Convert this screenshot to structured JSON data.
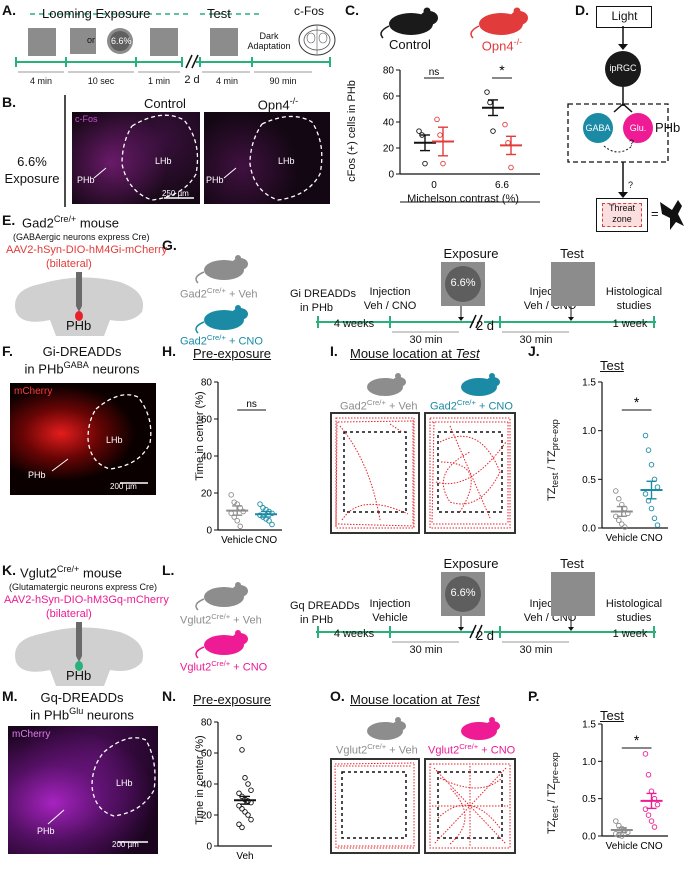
{
  "panels": {
    "A": "A.",
    "B": "B.",
    "C": "C.",
    "D": "D.",
    "E": "E.",
    "F": "F.",
    "G": "G.",
    "H": "H.",
    "I": "I.",
    "J": "J.",
    "K": "K.",
    "L": "L.",
    "M": "M.",
    "N": "N.",
    "O": "O.",
    "P": "P."
  },
  "panelA": {
    "looming": "Looming Exposure",
    "test": "Test",
    "cfos": "c-Fos",
    "dark_adaptation": "Dark Adaptation",
    "or": "or",
    "contrast": "6.6%",
    "durations": [
      "4 min",
      "10 sec",
      "1 min",
      "2 d",
      "4 min",
      "90 min"
    ]
  },
  "panelB": {
    "control": "Control",
    "opn4": "Opn4",
    "opn4_sup": "-/-",
    "exposure_pct": "6.6%",
    "exposure": "Exposure",
    "cfos_label": "c-Fos",
    "phb": "PHb",
    "lhb": "LHb",
    "scale": "250 µm"
  },
  "panelC": {
    "control": "Control",
    "opn4": "Opn4",
    "opn4_sup": "-/-",
    "ylabel": "cFos (+) cells in PHb",
    "xlabel": "Michelson contrast (%)",
    "sig": [
      "ns",
      "*"
    ]
  },
  "panelD": {
    "light": "Light",
    "iprgc": "ipRGC",
    "gaba": "GABA",
    "glu": "Glu.",
    "phb": "PHb",
    "q1": "?",
    "q2": "?",
    "threat_zone_1": "Threat",
    "threat_zone_2": "zone",
    "equals": "="
  },
  "panelE": {
    "title": "Gad2",
    "title_sup": "Cre/+",
    "title_tail": " mouse",
    "subtitle": "(GABAergic neurons express Cre)",
    "virus": "AAV2-hSyn-DIO-hM4Gi-mCherry",
    "bilateral": "(bilateral)",
    "phb": "PHb"
  },
  "panelF": {
    "title1": "Gi-DREADDs",
    "title2a": "in PHb",
    "title2sup": "GABA",
    "title2b": " neurons",
    "mcherry": "mCherry",
    "phb": "PHb",
    "lhb": "LHb",
    "scale": "200 µm"
  },
  "panelG": {
    "veh_a": "Gad2",
    "veh_sup": "Cre/+",
    "veh_b": " + Veh",
    "cno_a": "Gad2",
    "cno_sup": "Cre/+",
    "cno_b": " + CNO",
    "dreadds1": "Gi DREADDs",
    "dreadds2": "in PHb",
    "injection1a": "Injection",
    "injection1b": "Veh / CNO",
    "exposure": "Exposure",
    "contrast": "6.6%",
    "injection2a": "Injection",
    "injection2b": "Veh / CNO",
    "test": "Test",
    "histo1": "Histological",
    "histo2": "studies",
    "weeks": "4 weeks",
    "min1": "30 min",
    "days": "2 d",
    "min2": "30 min",
    "week": "1 week"
  },
  "panelH": {
    "title": "Pre-exposure",
    "ylabel": "Time in center (%)",
    "sig": "ns",
    "cats": [
      "Vehicle",
      "CNO"
    ]
  },
  "panelI": {
    "title_a": "Mouse location at ",
    "title_b": "Test",
    "veh_a": "Gad2",
    "veh_sup": "Cre/+",
    "veh_b": " + Veh",
    "cno_a": "Gad2",
    "cno_sup": "Cre/+",
    "cno_b": " + CNO"
  },
  "panelJ": {
    "title": "Test",
    "ylabel_a": "TZ",
    "ylabel_sub1": "test",
    "ylabel_b": " / TZ",
    "ylabel_sub2": "pre-exp",
    "sig": "*",
    "cats": [
      "Vehicle",
      "CNO"
    ]
  },
  "panelK": {
    "title": "Vglut2",
    "title_sup": "Cre/+",
    "title_tail": " mouse",
    "subtitle": "(Glutamatergic neurons express Cre)",
    "virus": "AAV2-hSyn-DIO-hM3Gq-mCherry",
    "bilateral": "(bilateral)",
    "phb": "PHb"
  },
  "panelL": {
    "veh_a": "Vglut2",
    "veh_sup": "Cre/+",
    "veh_b": " + Veh",
    "cno_a": "Vglut2",
    "cno_sup": "Cre/+",
    "cno_b": " + CNO",
    "dreadds1": "Gq DREADDs",
    "dreadds2": "in PHb",
    "injection1a": "Injection",
    "injection1b": "Vehicle",
    "exposure": "Exposure",
    "contrast": "6.6%",
    "injection2a": "Injection",
    "injection2b": "Veh / CNO",
    "test": "Test",
    "histo1": "Histological",
    "histo2": "studies",
    "weeks": "4 weeks",
    "min1": "30 min",
    "days": "2 d",
    "min2": "30 min",
    "week": "1 week"
  },
  "panelM": {
    "title1": "Gq-DREADDs",
    "title2a": "in PHb",
    "title2sup": "Glu",
    "title2b": " neurons",
    "mcherry": "mCherry",
    "phb": "PHb",
    "lhb": "LHb",
    "scale": "200 µm"
  },
  "panelN": {
    "title": "Pre-exposure",
    "ylabel": "Time in center (%)",
    "cats": [
      "Veh"
    ]
  },
  "panelO": {
    "title_a": "Mouse location at ",
    "title_b": "Test",
    "veh_a": "Vglut2",
    "veh_sup": "Cre/+",
    "veh_b": " + Veh",
    "cno_a": "Vglut2",
    "cno_sup": "Cre/+",
    "cno_b": " + CNO"
  },
  "panelP": {
    "title": "Test",
    "ylabel_a": "TZ",
    "ylabel_sub1": "test",
    "ylabel_b": " / TZ",
    "ylabel_sub2": "pre-exp",
    "sig": "*",
    "cats": [
      "Vehicle",
      "CNO"
    ]
  },
  "colors": {
    "timeline": "#2ab07a",
    "control": "#111111",
    "opn4": "#e23b3b",
    "veh": "#8d8d8d",
    "cno_gad": "#1a8aa5",
    "cno_vglut": "#ee1b95",
    "mcherry_red": "#e8202a",
    "mcherry_mag": "#b22ad0"
  },
  "chart_data": [
    {
      "id": "C",
      "type": "scatter",
      "categories": [
        "0",
        "6.6"
      ],
      "ylim": [
        0,
        80
      ],
      "yticks": [
        0,
        20,
        40,
        60,
        80
      ],
      "ylabel": "cFos (+) cells in PHb",
      "xlabel": "Michelson contrast (%)",
      "series": [
        {
          "name": "Control",
          "mean": [
            24,
            51
          ],
          "sem": [
            6,
            6
          ],
          "points": [
            [
              33,
              30,
              8
            ],
            [
              63,
              55,
              33
            ]
          ]
        },
        {
          "name": "Opn4-/-",
          "mean": [
            25,
            22
          ],
          "sem": [
            11,
            7
          ],
          "points": [
            [
              42,
              30,
              8
            ],
            [
              38,
              24,
              5
            ]
          ]
        }
      ],
      "significance": [
        "ns",
        "*"
      ]
    },
    {
      "id": "H",
      "type": "scatter",
      "categories": [
        "Vehicle",
        "CNO"
      ],
      "ylim": [
        0,
        80
      ],
      "yticks": [
        0,
        20,
        40,
        60,
        80
      ],
      "ylabel": "Time in center (%)",
      "mean": [
        10.5,
        8.5
      ],
      "sem": [
        2.5,
        1.5
      ],
      "points": [
        [
          19,
          15,
          14,
          12,
          10,
          9,
          7,
          5,
          2
        ],
        [
          14,
          12,
          11,
          10,
          9,
          8,
          7,
          6,
          5,
          3
        ]
      ],
      "significance": "ns"
    },
    {
      "id": "J",
      "type": "scatter",
      "categories": [
        "Vehicle",
        "CNO"
      ],
      "ylim": [
        0,
        1.5
      ],
      "yticks": [
        0.0,
        0.5,
        1.0,
        1.5
      ],
      "mean": [
        0.17,
        0.39
      ],
      "sem": [
        0.05,
        0.09
      ],
      "points": [
        [
          0.38,
          0.3,
          0.24,
          0.2,
          0.15,
          0.12,
          0.08,
          0.04,
          0.01
        ],
        [
          0.95,
          0.8,
          0.65,
          0.5,
          0.42,
          0.35,
          0.28,
          0.2,
          0.1,
          0.03
        ]
      ],
      "significance": "*"
    },
    {
      "id": "N",
      "type": "scatter",
      "categories": [
        "Veh"
      ],
      "ylim": [
        0,
        80
      ],
      "yticks": [
        0,
        20,
        40,
        60,
        80
      ],
      "ylabel": "Time in center (%)",
      "mean": [
        29.5
      ],
      "sem": [
        2.5
      ],
      "points": [
        [
          70,
          62,
          44,
          40,
          36,
          34,
          32,
          30,
          29,
          28,
          26,
          24,
          22,
          20,
          17,
          14,
          12
        ]
      ]
    },
    {
      "id": "P",
      "type": "scatter",
      "categories": [
        "Vehicle",
        "CNO"
      ],
      "ylim": [
        0,
        1.5
      ],
      "yticks": [
        0.0,
        0.5,
        1.0,
        1.5
      ],
      "mean": [
        0.08,
        0.47
      ],
      "sem": [
        0.03,
        0.1
      ],
      "points": [
        [
          0.2,
          0.14,
          0.1,
          0.07,
          0.05,
          0.03,
          0.01,
          0.0
        ],
        [
          1.1,
          0.82,
          0.6,
          0.5,
          0.42,
          0.36,
          0.28,
          0.2,
          0.12
        ]
      ],
      "significance": "*"
    }
  ]
}
